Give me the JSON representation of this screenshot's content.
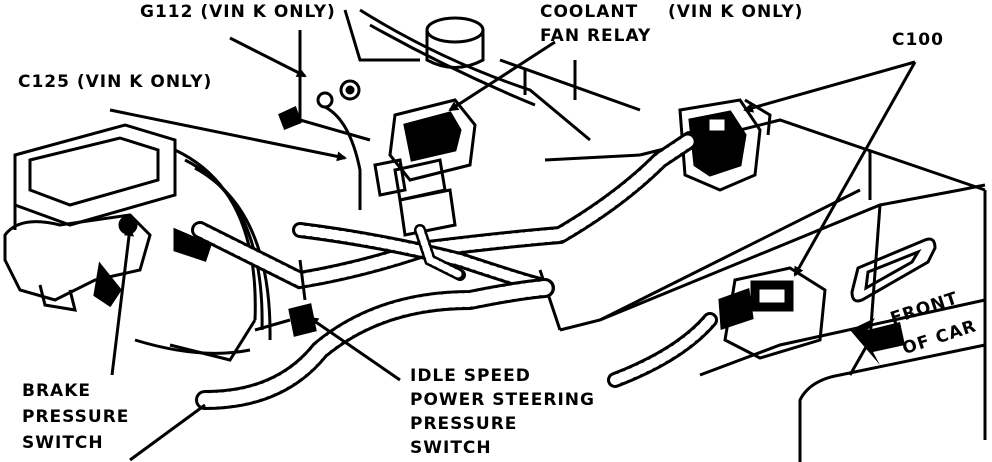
{
  "labels": {
    "g112": "G112 (VIN K ONLY)",
    "coolant_line1": "COOLANT",
    "coolant_line2": "FAN RELAY",
    "vin_k_only": "(VIN K ONLY)",
    "c100": "C100",
    "c125": "C125 (VIN K ONLY)",
    "brake_line1": "BRAKE",
    "brake_line2": "PRESSURE",
    "brake_line3": "SWITCH",
    "idle_line1": "IDLE SPEED",
    "idle_line2": "POWER STEERING",
    "idle_line3": "PRESSURE",
    "idle_line4": "SWITCH",
    "front_line1": "FRONT",
    "front_line2": "OF CAR"
  },
  "colors": {
    "ink": "#000000",
    "paper": "#ffffff"
  }
}
